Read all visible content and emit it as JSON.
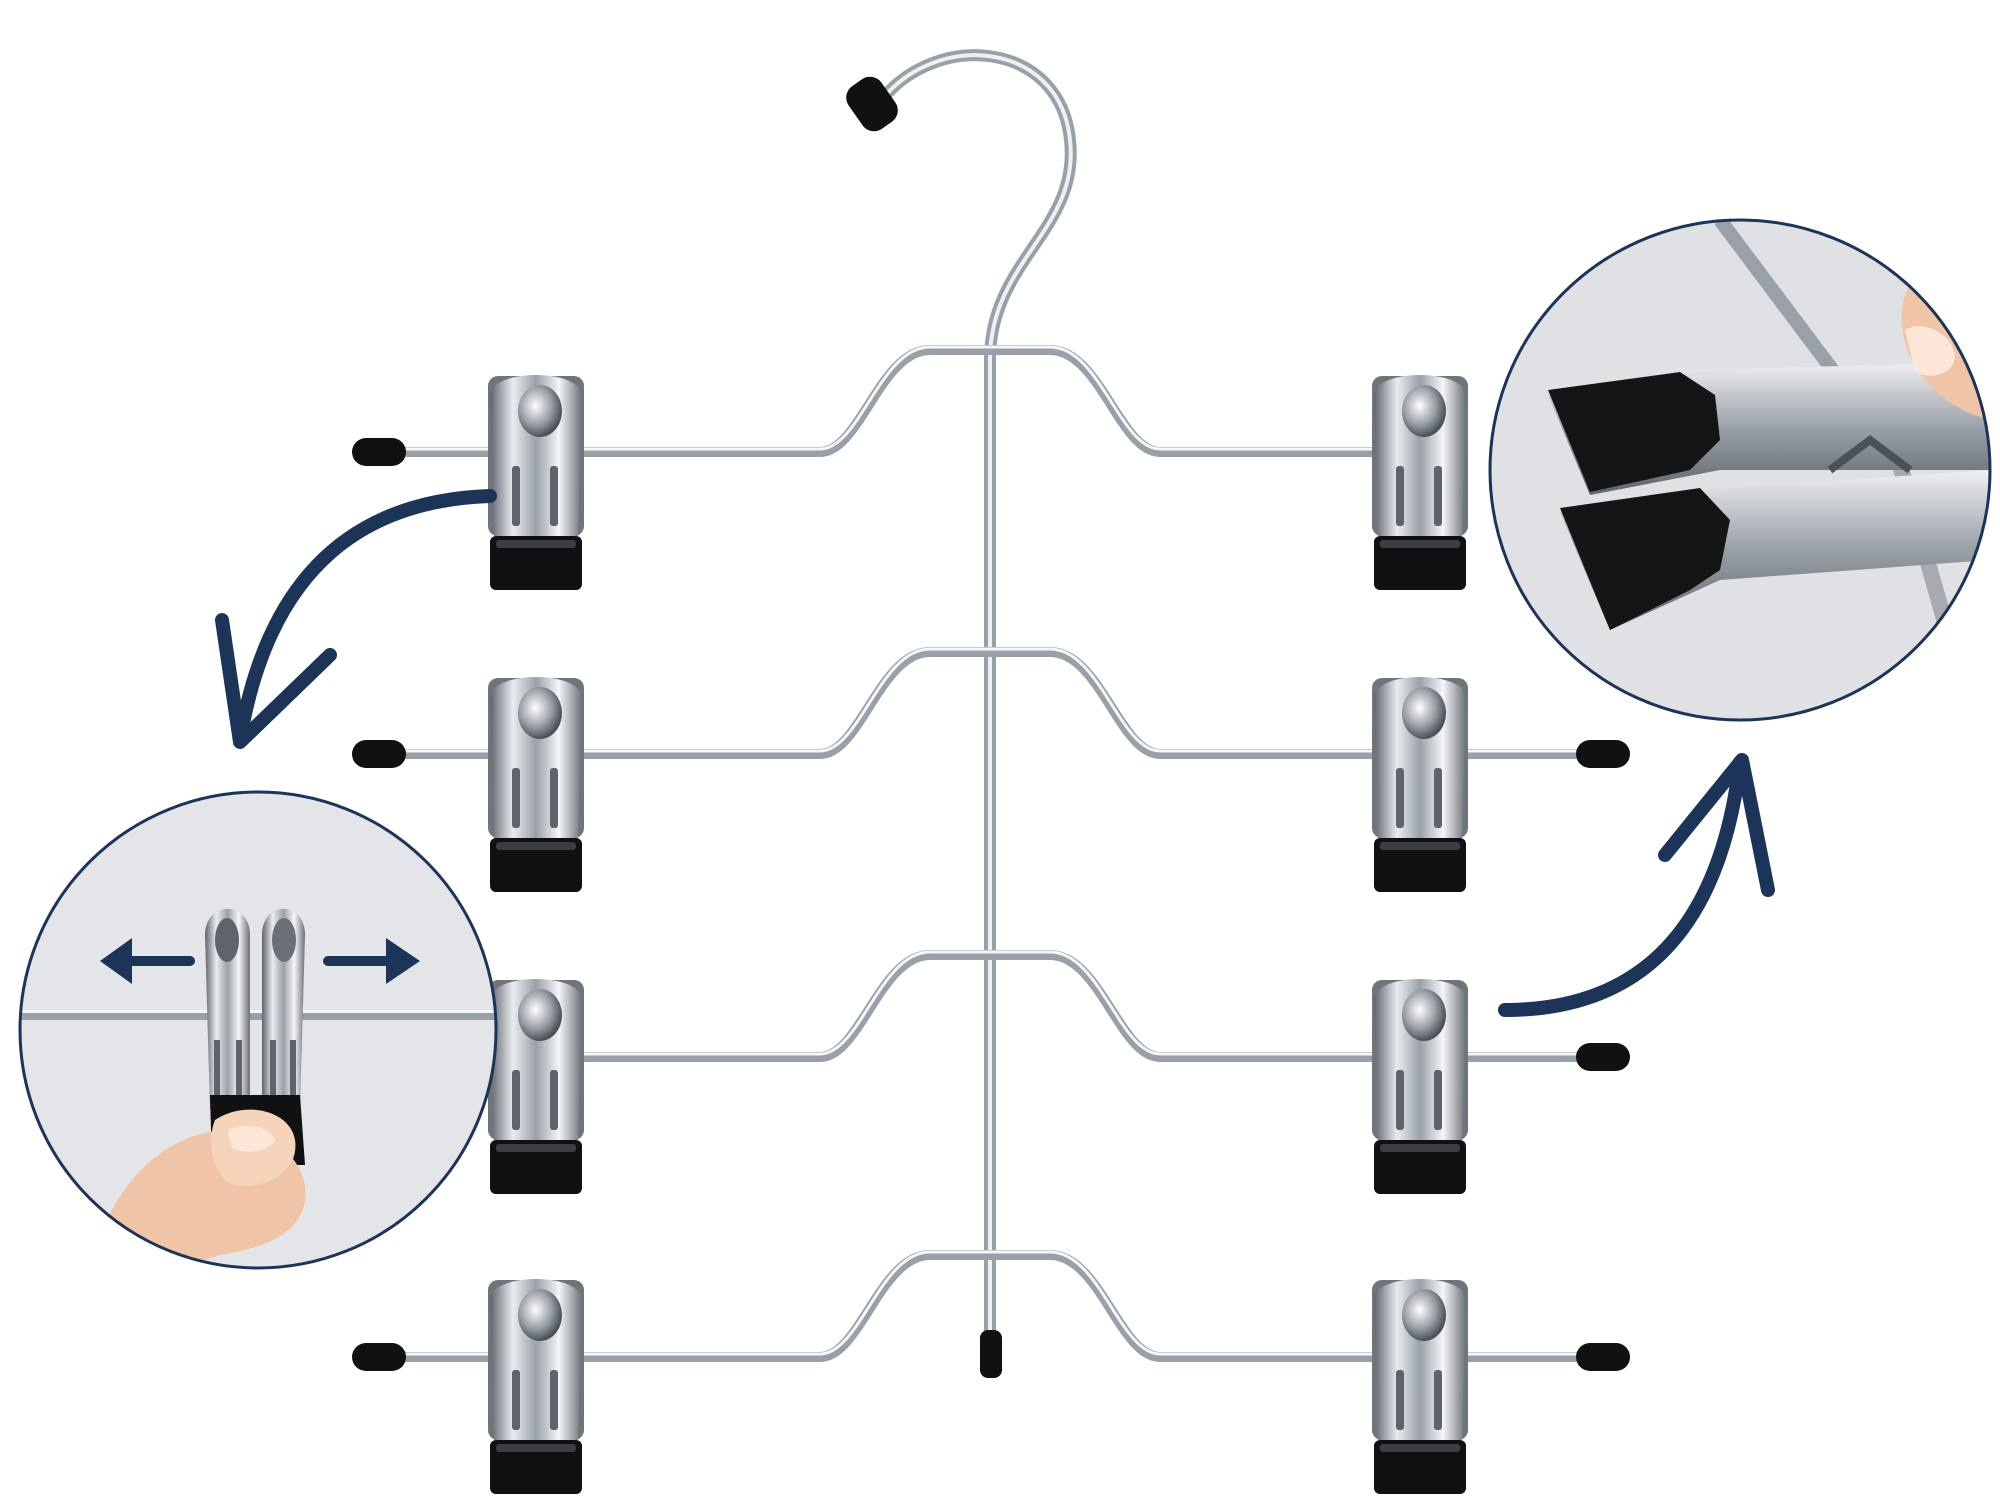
{
  "colors": {
    "background": "#ffffff",
    "wire": "#a7abb1",
    "wire_highlight": "#eef0f2",
    "wire_shadow": "#5f646b",
    "clip_chrome": "#c4c8cd",
    "clip_dark": "#70757c",
    "rubber": "#111111",
    "arrow": "#1b3458",
    "inset_border": "#1b3458",
    "inset_bg": "#e7e9ec",
    "skin": "#f0c4a6"
  },
  "hanger": {
    "tiers": 4,
    "clips_per_tier": 2,
    "total_clips": 8
  },
  "insets": [
    {
      "name": "clip-slide-detail",
      "gesture": "horizontal-double-arrow"
    },
    {
      "name": "clip-grip-detail",
      "gesture": "pinch-open"
    }
  ],
  "icons": [
    "hook-icon",
    "clip-icon",
    "curved-arrow-icon",
    "double-arrow-icon"
  ]
}
